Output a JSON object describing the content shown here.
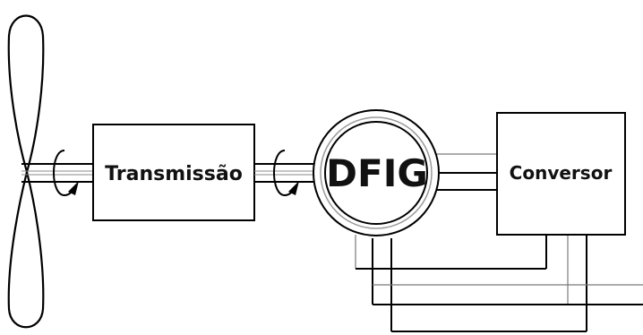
{
  "labels": {
    "transmission": "Transmissão",
    "generator": "DFIG",
    "converter": "Conversor"
  },
  "colors": {
    "line": "#000000",
    "thin_line": "#7a7a7a",
    "background": "#ffffff"
  }
}
